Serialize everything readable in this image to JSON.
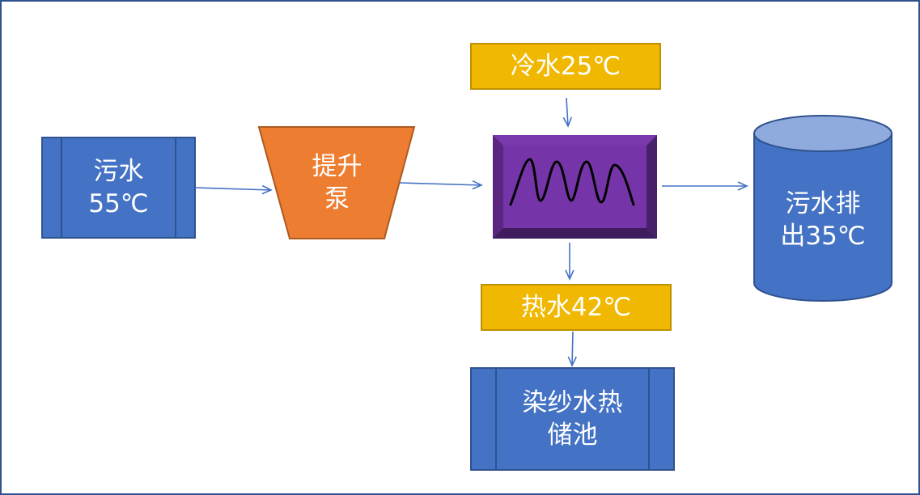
{
  "diagram": {
    "nodes": {
      "sewage_in": {
        "label": "污水\n55℃",
        "shape": "process-box"
      },
      "lift_pump": {
        "label": "提升\n泵",
        "shape": "trapezoid"
      },
      "cold_water": {
        "label": "冷水25℃",
        "shape": "rectangle"
      },
      "heat_exchanger": {
        "label": "",
        "shape": "bevel-box",
        "icon": "wave-icon"
      },
      "sewage_out": {
        "label": "污水排\n出35℃",
        "shape": "cylinder"
      },
      "hot_water": {
        "label": "热水42℃",
        "shape": "rectangle"
      },
      "storage_pool": {
        "label": "染纱水热\n储池",
        "shape": "process-box"
      }
    },
    "edges": [
      {
        "from": "sewage_in",
        "to": "lift_pump"
      },
      {
        "from": "lift_pump",
        "to": "heat_exchanger"
      },
      {
        "from": "cold_water",
        "to": "heat_exchanger"
      },
      {
        "from": "heat_exchanger",
        "to": "sewage_out"
      },
      {
        "from": "heat_exchanger",
        "to": "hot_water"
      },
      {
        "from": "hot_water",
        "to": "storage_pool"
      }
    ],
    "colors": {
      "blue_fill": "#4472c4",
      "blue_stroke": "#2f528f",
      "orange_fill": "#ed7d31",
      "orange_stroke": "#ae5a21",
      "gold_fill": "#f0b800",
      "gold_stroke": "#bf9000",
      "purple_fill": "#7030a0",
      "arrow": "#4472c4",
      "cylinder_top": "#8faadc"
    }
  }
}
